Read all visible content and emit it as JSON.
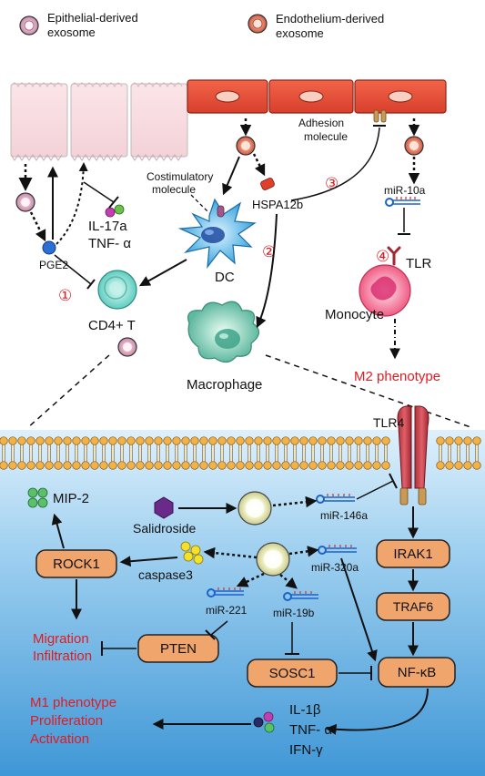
{
  "legend": {
    "epithelial": "Epithelial-derived\nexosome",
    "endothelium": "Endothelium-derived\nexosome"
  },
  "top": {
    "adhesion": "Adhesion\nmolecule",
    "costim": "Costimulatory\nmolecule",
    "hspa": "HSPA12b",
    "mir10a": "miR-10a",
    "il17": "IL-17a",
    "tnf": "TNF- α",
    "pge2": "PGE2",
    "dc": "DC",
    "cd4": "CD4+ T",
    "tlr": "TLR",
    "monocyte": "Monocyte",
    "macrophage": "Macrophage",
    "m2": "M2 phenotype",
    "n1": "①",
    "n2": "②",
    "n3": "③",
    "n4": "④"
  },
  "bottom": {
    "tlr4": "TLR4",
    "mip2": "MIP-2",
    "salidroside": "Salidroside",
    "mir146a": "miR-146a",
    "irak1": "IRAK1",
    "rock1": "ROCK1",
    "caspase3": "caspase3",
    "mir320a": "miR-320a",
    "traf6": "TRAF6",
    "mir221": "miR-221",
    "mir19b": "miR-19b",
    "migration": "Migration\nInfiltration",
    "pten": "PTEN",
    "sosc1": "SOSC1",
    "nfkb": "NF-κB",
    "m1": "M1 phenotype\nProliferation\nActivation",
    "il1b": "IL-1β",
    "tnfa": "TNF- α",
    "ifng": "IFN-γ"
  },
  "colors": {
    "bg_blue_top": "#d9ecfa",
    "bg_blue_bottom": "#3f9bd8",
    "node_fill": "#f0a56c",
    "node_stroke": "#222222",
    "red_text": "#e11b22"
  }
}
